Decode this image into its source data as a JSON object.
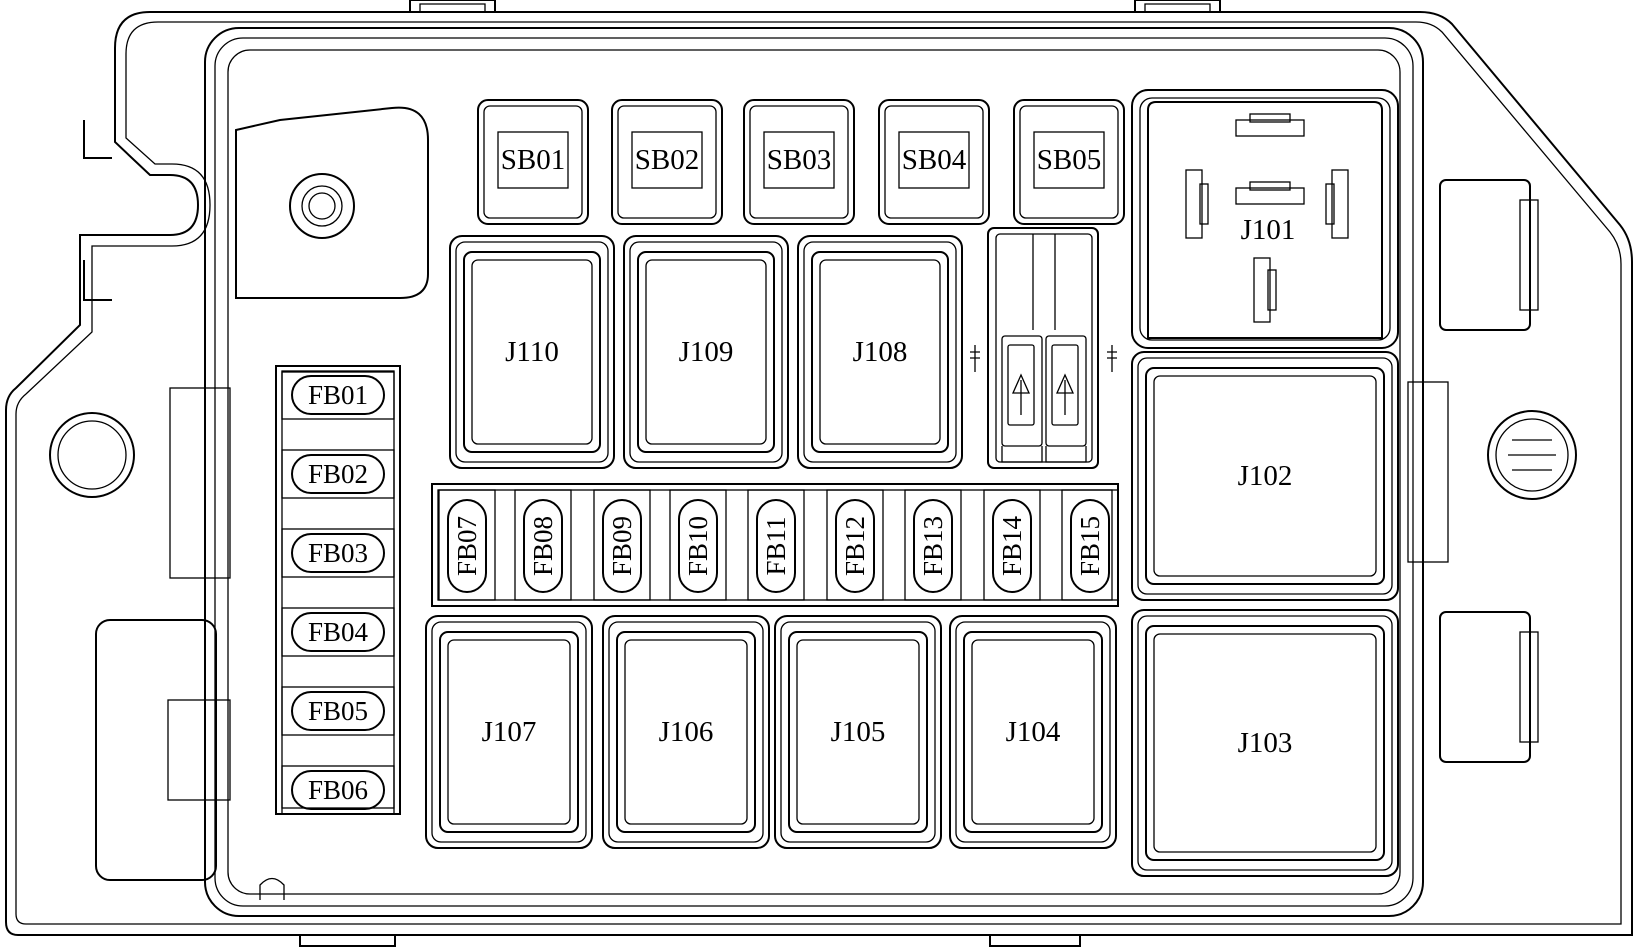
{
  "diagram": {
    "sb_fuses": [
      "SB01",
      "SB02",
      "SB03",
      "SB04",
      "SB05"
    ],
    "fb_fuses_vertical": [
      "FB01",
      "FB02",
      "FB03",
      "FB04",
      "FB05",
      "FB06"
    ],
    "fb_fuses_horizontal": [
      "FB07",
      "FB08",
      "FB09",
      "FB10",
      "FB11",
      "FB12",
      "FB13",
      "FB14",
      "FB15"
    ],
    "relays_top_row": [
      "J110",
      "J109",
      "J108"
    ],
    "relays_bottom_row": [
      "J107",
      "J106",
      "J105",
      "J104"
    ],
    "relays_right_column": [
      "J101",
      "J102",
      "J103"
    ]
  }
}
